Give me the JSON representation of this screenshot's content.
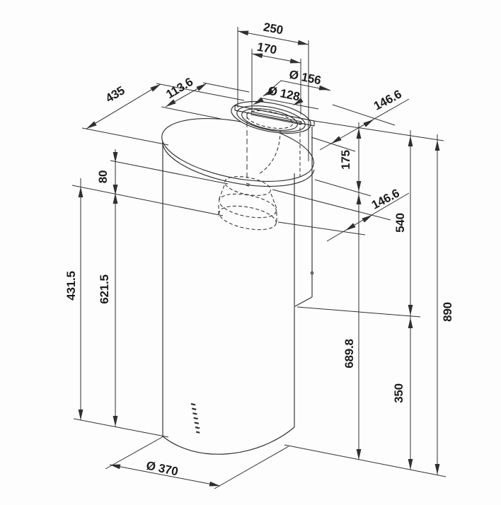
{
  "drawing": {
    "title": "cylindrical cooker hood — isometric dimension drawing",
    "units": "mm",
    "dims": {
      "top_width": "250",
      "slot_width": "170",
      "collar_outer_dia": "Ø 156",
      "collar_inner_dia": "Ø 128",
      "plate_depth": "435",
      "plate_front_offset": "113.6",
      "wall_to_duct_top": "146.6",
      "wall_to_duct_mid": "146.6",
      "duct_drop": "175",
      "adapter_step": "80",
      "upper_height": "431.5",
      "mid_height": "621.5",
      "chimney_height": "540",
      "total_height": "890",
      "body_height": "689.8",
      "bottom_clearance": "350",
      "base_dia": "Ø 370"
    }
  }
}
